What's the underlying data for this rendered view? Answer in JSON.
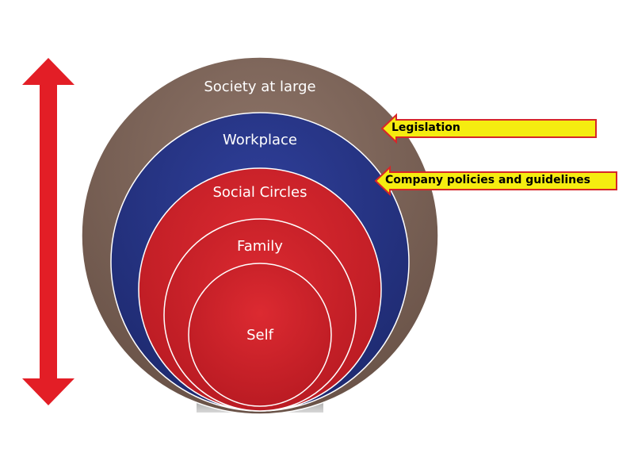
{
  "diagram": {
    "layers": [
      {
        "label": "Society at large",
        "color": "#7b6256"
      },
      {
        "label": "Workplace",
        "color": "#273585"
      },
      {
        "label": "Social Circles",
        "color": "#cc1f27"
      },
      {
        "label": "Family",
        "color": "#cc1f27"
      },
      {
        "label": "Self",
        "color": "#cc1f27"
      }
    ],
    "callouts": [
      {
        "label": "Legislation",
        "fill": "#f5ec10",
        "stroke": "#d6262a"
      },
      {
        "label": "Company policies and guidelines",
        "fill": "#f5ec10",
        "stroke": "#d6262a"
      }
    ],
    "scale_arrow_color": "#e31e26"
  }
}
